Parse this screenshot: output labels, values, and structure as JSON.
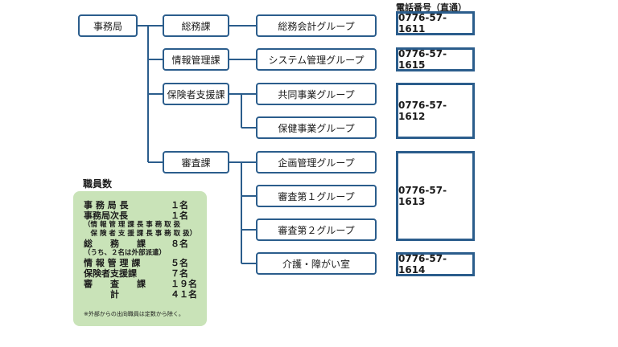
{
  "phone_header": "電話番号（直通）",
  "root": "事務局",
  "sections": [
    "総務課",
    "情報管理課",
    "保険者支援課",
    "審査課"
  ],
  "groups": [
    "総務会計グループ",
    "システム管理グループ",
    "共同事業グループ",
    "保健事業グループ",
    "企画管理グループ",
    "審査第１グループ",
    "審査第２グループ",
    "介護・障がい室"
  ],
  "phones": [
    "0776-57-1611",
    "0776-57-1615",
    "0776-57-1612",
    "0776-57-1613",
    "0776-57-1614"
  ],
  "staff": {
    "title": "職員数",
    "rows": [
      {
        "label": "事 務 局 長",
        "value": "１名"
      },
      {
        "label": "事務局次長",
        "value": "１名"
      },
      {
        "label": "（情 報 管 理 課 長 事 務 取 扱",
        "value": ""
      },
      {
        "label": "　保 険 者 支 援 課 長 事 務 取 扱）",
        "value": ""
      },
      {
        "label": "総　　務　　課",
        "value": "８名"
      },
      {
        "label": "（うち、２名は外部派遣）",
        "value": ""
      },
      {
        "label": "情 報 管 理 課",
        "value": "５名"
      },
      {
        "label": "保険者支援課",
        "value": "７名"
      },
      {
        "label": "審　　査　　課",
        "value": "１９名"
      },
      {
        "label": "　　　計",
        "value": "４１名"
      }
    ],
    "note": "※外部からの出向職員は定数から除く。"
  }
}
